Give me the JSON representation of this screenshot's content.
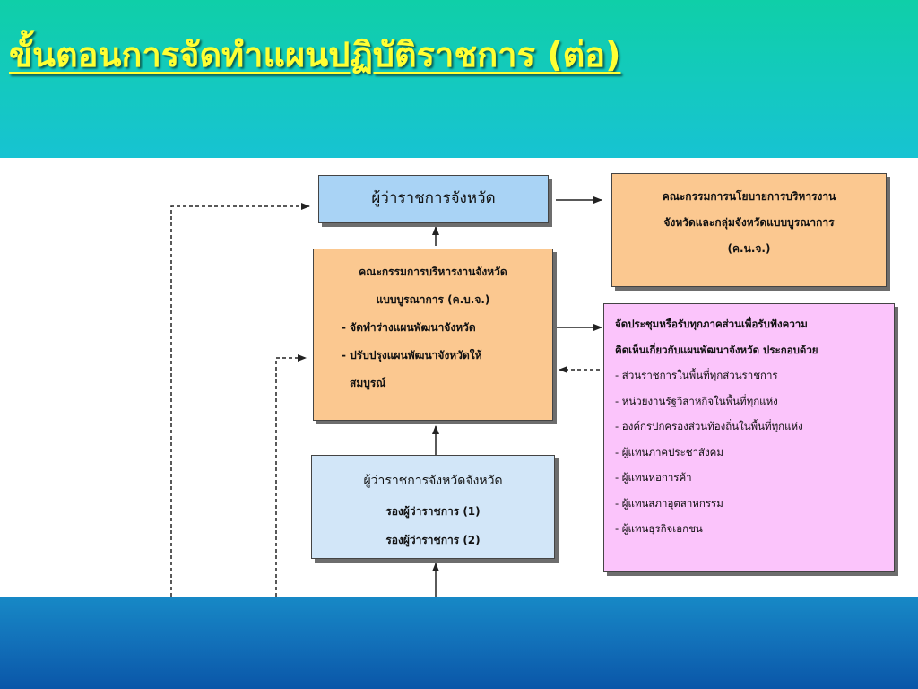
{
  "slide": {
    "title": "ขั้นตอนการจัดทำแผนปฏิบัติราชการ (ต่อ)"
  },
  "colors": {
    "title": "#ffff33",
    "governor_box": "#a9d3f5",
    "kbj_box": "#fbc890",
    "knj_box": "#fbc890",
    "consult_box": "#fbc4fb",
    "deputy_box": "#d2e6f8"
  },
  "diagram": {
    "governor": {
      "label": "ผู้ว่าราชการจังหวัด"
    },
    "knj": {
      "lines": [
        "คณะกรรมการนโยบายการบริหารงาน",
        "จังหวัดและกลุ่มจังหวัดแบบบูรณาการ",
        "(ค.น.จ.)"
      ]
    },
    "kbj": {
      "lines": [
        "คณะกรรมการบริหารงานจังหวัด",
        "แบบบูรณาการ (ค.บ.จ.)",
        "- จัดทำร่างแผนพัฒนาจังหวัด",
        "- ปรับปรุงแผนพัฒนาจังหวัดให้",
        "สมบูรณ์"
      ]
    },
    "consultation": {
      "lines": [
        "จัดประชุมหรือรับทุกภาคส่วนเพื่อรับฟังความ",
        "คิดเห็นเกี่ยวกับแผนพัฒนาจังหวัด ประกอบด้วย",
        "- ส่วนราชการในพื้นที่ทุกส่วนราชการ",
        "- หน่วยงานรัฐวิสาหกิจในพื้นที่ทุกแห่ง",
        "- องค์กรปกครองส่วนท้องถิ่นในพื้นที่ทุกแห่ง",
        "- ผู้แทนภาคประชาสังคม",
        "- ผู้แทนหอการค้า",
        "- ผู้แทนสภาอุตสาหกรรม",
        "- ผู้แทนธุรกิจเอกชน"
      ]
    },
    "deputy": {
      "lines": [
        "ผู้ว่าราชการจังหวัดจังหวัด",
        "รองผู้ว่าราชการ (1)",
        "รองผู้ว่าราชการ (2)"
      ]
    }
  }
}
